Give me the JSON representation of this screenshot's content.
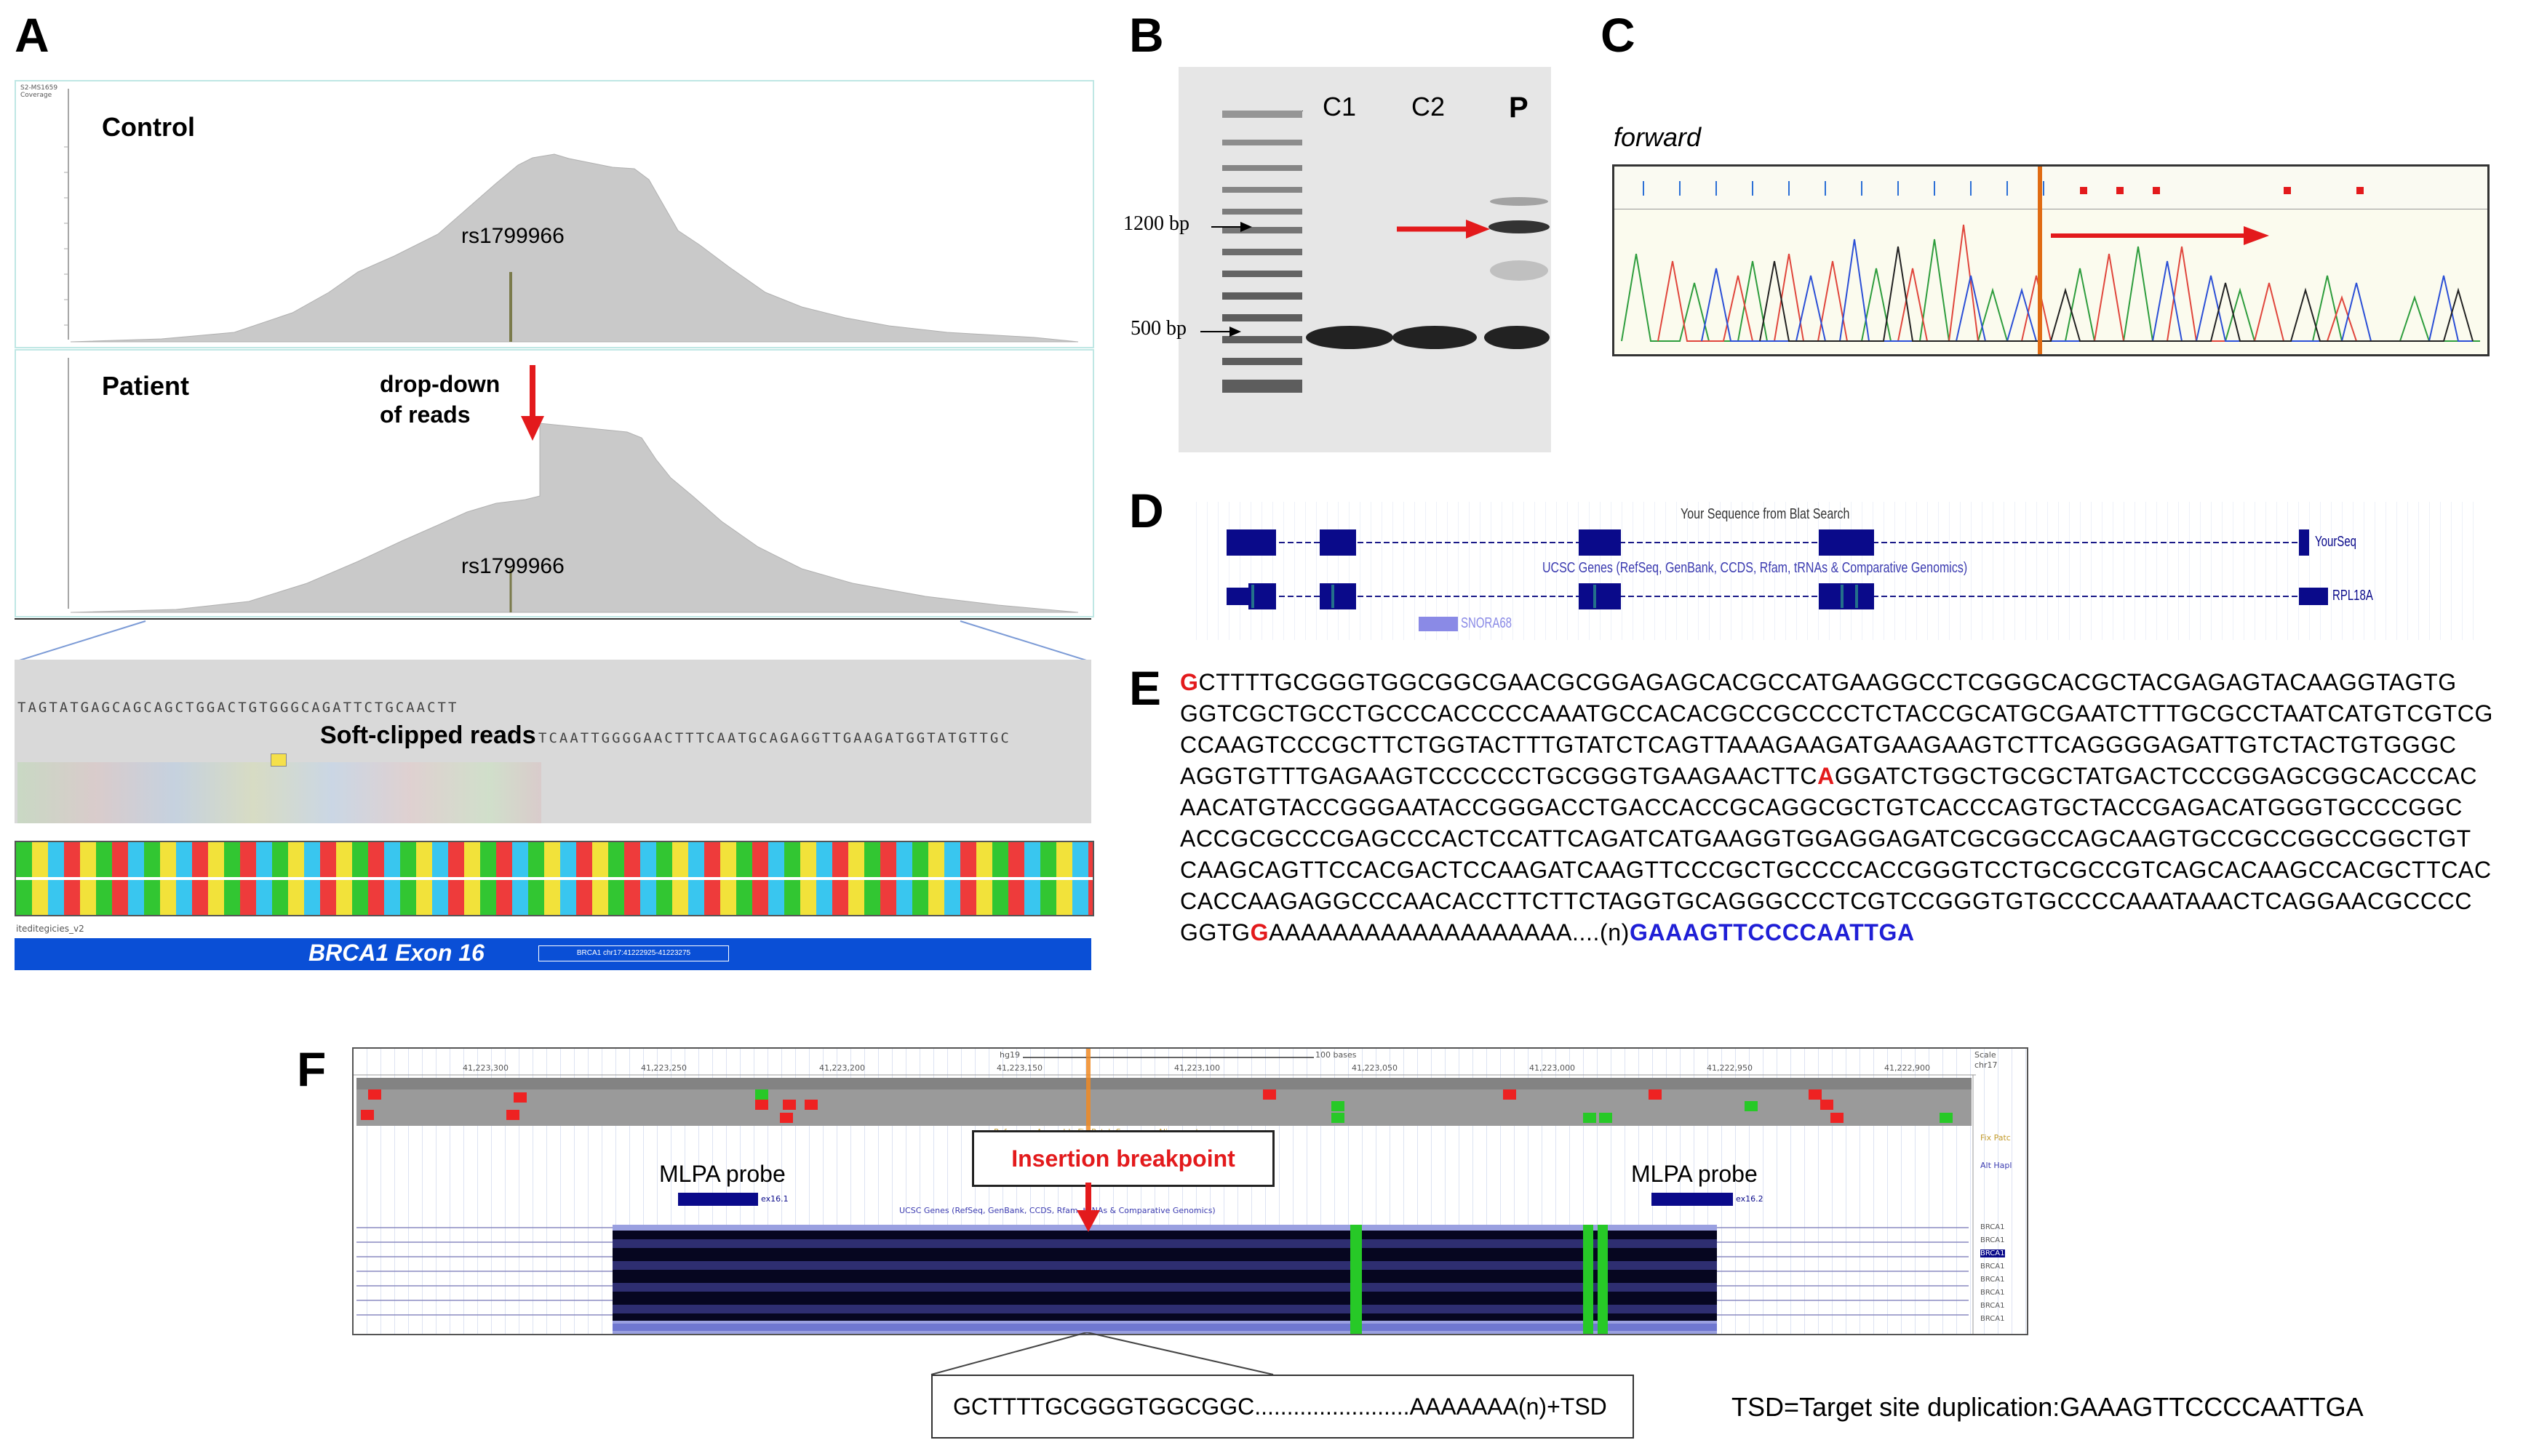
{
  "panels": {
    "a": "A",
    "b": "B",
    "c": "C",
    "d": "D",
    "e": "E",
    "f": "F"
  },
  "panel_a": {
    "control_label": "Control",
    "patient_label": "Patient",
    "snp_control": "rs1799966",
    "snp_patient": "rs1799966",
    "dropdown_line1": "drop-down",
    "dropdown_line2": "of reads",
    "softclip_label": "Soft-clipped reads",
    "read_seq_top": "TAGTATGAGCAGCAGCTGGACTGTGGGCAGATTCTGCAACTT",
    "read_seq_right": "TCAATTGGGGAACTTTCAATGCAGAGGTTGAAGATGGTATGTTGC",
    "exon_label": "BRCA1 Exon 16",
    "exon_coord": "BRCA1 chr17:41222925-41223275",
    "track_name": "iteditegicies_v2",
    "colors": {
      "coverage": "#c8c8c8",
      "exon_bar": "#0a4fd6",
      "arrow": "#e31a1c"
    }
  },
  "panel_b": {
    "lanes": [
      "C1",
      "C2",
      "P"
    ],
    "marker_1200": "1200 bp",
    "marker_500": "500 bp"
  },
  "panel_c": {
    "direction_label": "forward"
  },
  "panel_d": {
    "blat_title": "Your Sequence from Blat Search",
    "ucsc_title": "UCSC Genes (RefSeq, GenBank, CCDS, Rfam, tRNAs & Comparative Genomics)",
    "yourseq": "YourSeq",
    "gene": "RPL18A",
    "snora": "SNORA68"
  },
  "panel_e": {
    "line1_first": "G",
    "line1_rest": "CTTTTGCGGGTGGCGGCGAACGCGGAGAGCACGCCATGAAGGCCTCGGGCACGCTACGAGAGTACAAGGTAGTG",
    "line2": "GGTCGCTGCCTGCCCACCCCCAAATGCCACACGCCGCCCCTCTACCGCATGCGAATCTTTGCGCCTAATCATGTCGTCG",
    "line3": "CCAAGTCCCGCTTCTGGTACTTTGTATCTCAGTTAAAGAAGATGAAGAAGTCTTCAGGGGAGATTGTCTACTGTGGGC",
    "line4_a": "AGGTGTTTGAGAAGTCCCCCCTGCGGGTGAAGAACTTC",
    "line4_red": "A",
    "line4_b": "GGATCTGGCTGCGCTATGACTCCCGGAGCGGCACCCAC",
    "line5": "AACATGTACCGGGAATACCGGGACCTGACCACCGCAGGCGCTGTCACCCAGTGCTACCGAGACATGGGTGCCCGGC",
    "line6": "ACCGCGCCCGAGCCCACTCCATTCAGATCATGAAGGTGGAGGAGATCGCGGCCAGCAAGTGCCGCCGGCCGGCTGT",
    "line7": "CAAGCAGTTCCACGACTCCAAGATCAAGTTCCCGCTGCCCCACCGGGTCCTGCGCCGTCAGCACAAGCCACGCTTCAC",
    "line8": "CACCAAGAGGCCCAACACCTTCTTCTAGGTGCAGGGCCCTCGTCCGGGTGTGCCCCAAATAAACTCAGGAACGCCCC",
    "line9_a": "GGTG",
    "line9_red": "G",
    "line9_b": "AAAAAAAAAAAAAAAAAAA....(n)",
    "line9_blue": "GAAAGTTCCCCAATTGA"
  },
  "panel_f": {
    "scale": "100 bases",
    "assembly": "hg19",
    "coords": [
      "41,223,300",
      "41,223,250",
      "41,223,200",
      "41,223,150",
      "41,223,100",
      "41,223,050",
      "41,223,000",
      "41,222,950",
      "41,222,900"
    ],
    "scale_label": "Scale",
    "chrom": "chr17",
    "insertion_label": "Insertion breakpoint",
    "mlpa_left": "MLPA probe",
    "mlpa_right": "MLPA probe",
    "ex_left": "ex16.1",
    "ex_right": "ex16.2",
    "ucsc_small": "UCSC Genes (RefSeq, GenBank, CCDS, Rfam, tRNAs & Comparative Genomics)",
    "ref_small": "Reference Assembly Fix Patch Sequence Alignments",
    "fix_label": "Fix Patc",
    "haplo_label": "Alt Hapl",
    "brca_labels": [
      "BRCA1",
      "BRCA1",
      "BRCA1",
      "BRCA1",
      "BRCA1",
      "BRCA1",
      "BRCA1",
      "BRCA1"
    ],
    "inset_text": "GCTTTTGCGGGTGGCGGC........................AAAAAAA(n)+TSD",
    "tsd_text": "TSD=Target site duplication:GAAAGTTCCCCAATTGA"
  }
}
